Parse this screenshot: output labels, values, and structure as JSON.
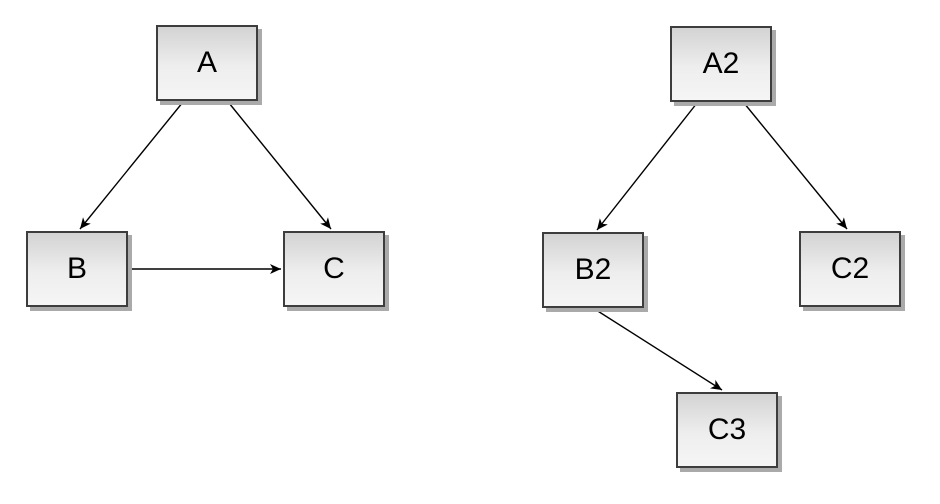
{
  "diagram": {
    "type": "directed-graph",
    "graphs": [
      {
        "name": "left-graph",
        "nodes": [
          {
            "id": "A",
            "label": "A"
          },
          {
            "id": "B",
            "label": "B"
          },
          {
            "id": "C",
            "label": "C"
          }
        ],
        "edges": [
          {
            "from": "A",
            "to": "B"
          },
          {
            "from": "A",
            "to": "C"
          },
          {
            "from": "B",
            "to": "C"
          }
        ]
      },
      {
        "name": "right-graph",
        "nodes": [
          {
            "id": "A2",
            "label": "A2"
          },
          {
            "id": "B2",
            "label": "B2"
          },
          {
            "id": "C2",
            "label": "C2"
          },
          {
            "id": "C3",
            "label": "C3"
          }
        ],
        "edges": [
          {
            "from": "A2",
            "to": "B2"
          },
          {
            "from": "A2",
            "to": "C2"
          },
          {
            "from": "B2",
            "to": "C3"
          }
        ]
      }
    ],
    "colors": {
      "background": "#ffffff",
      "node_fill_top": "#d3d3d3",
      "node_fill_bottom": "#f5f5f5",
      "node_border": "#3d3d3d",
      "node_shadow": "#aaaaaa",
      "edge": "#000000",
      "label_text": "#000000"
    }
  }
}
